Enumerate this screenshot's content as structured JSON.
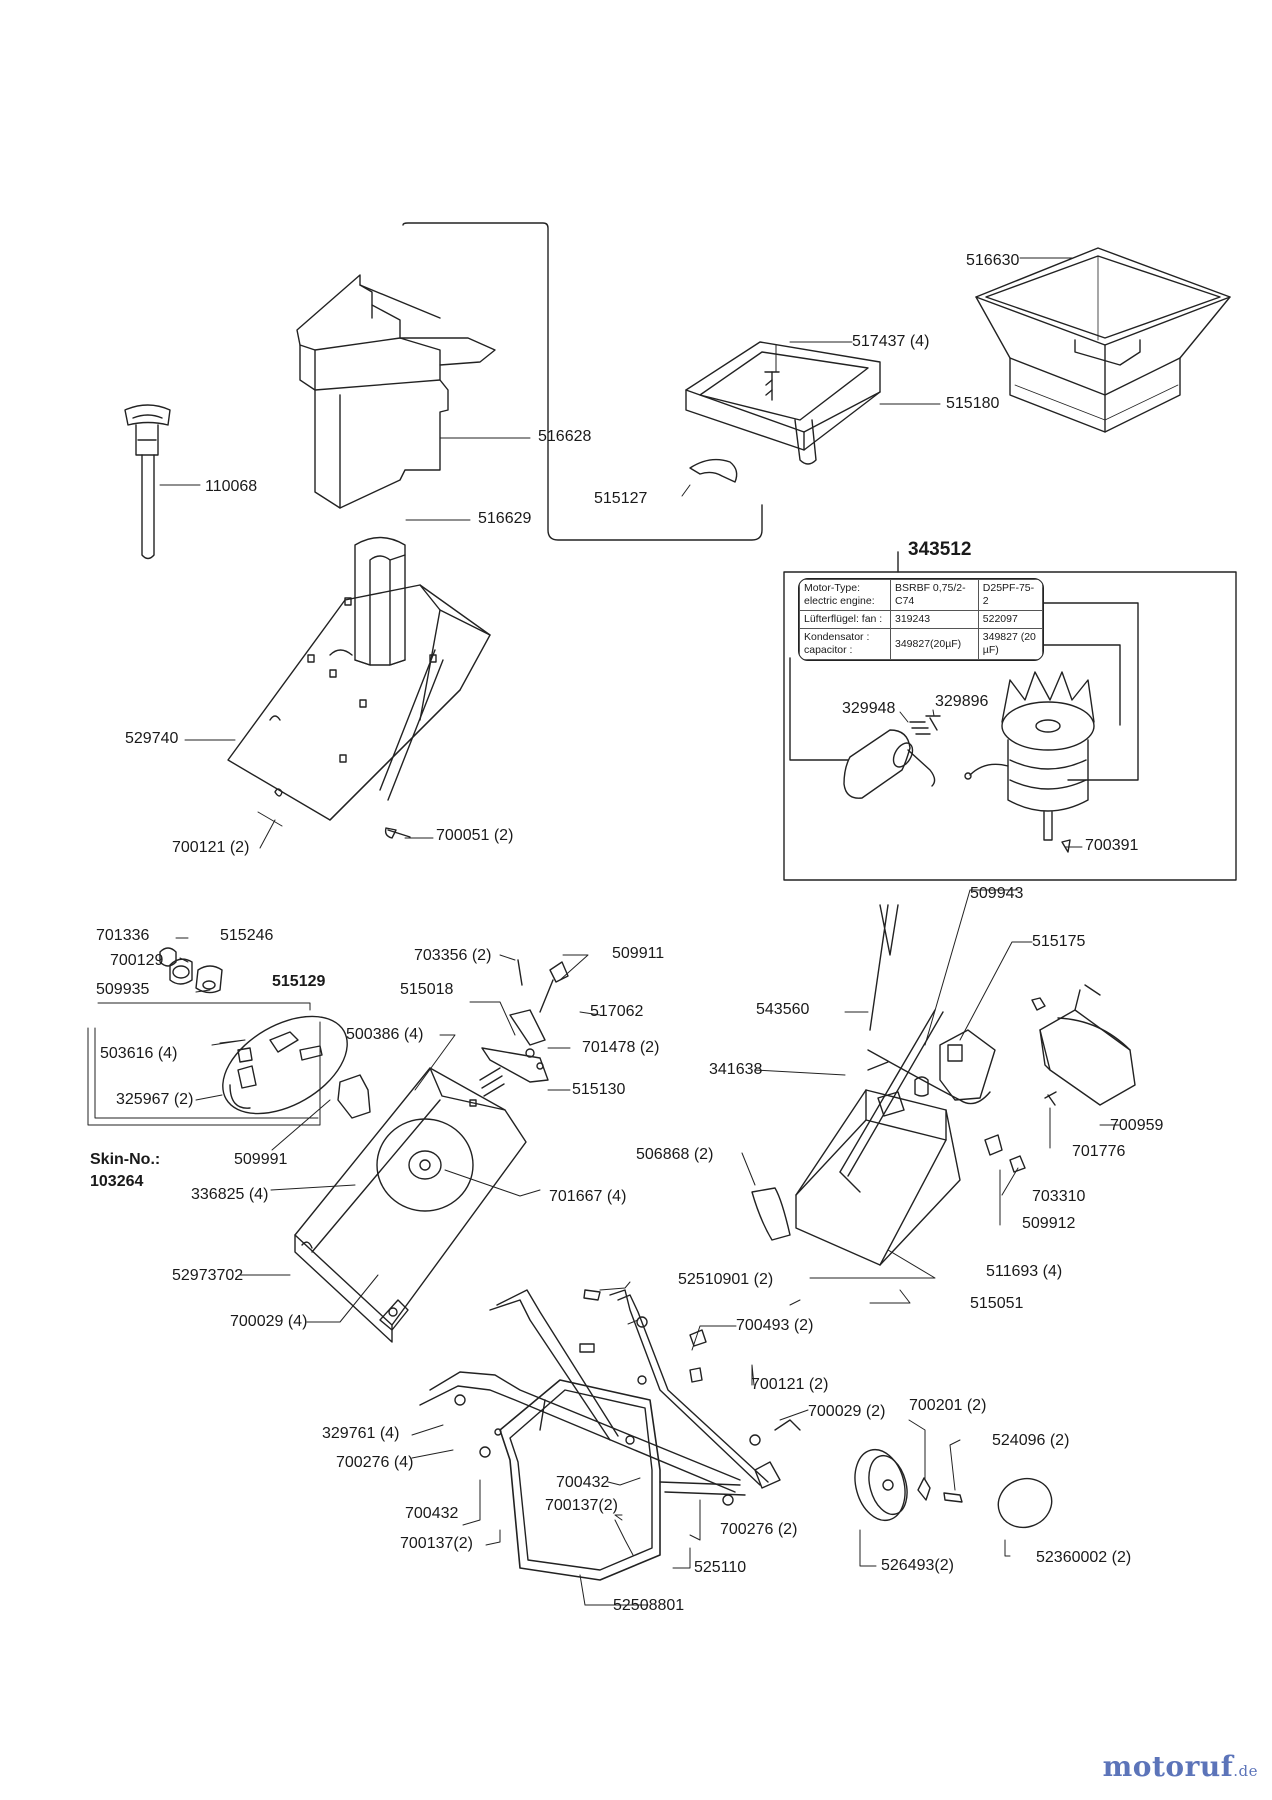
{
  "brand": {
    "name": "motoruf",
    "suffix": ".de",
    "color": "#5c74b9"
  },
  "parts": {
    "p516630": "516630",
    "p517437": "517437 (4)",
    "p515180": "515180",
    "p516628": "516628",
    "p110068": "110068",
    "p515127": "515127",
    "p516629": "516629",
    "p343512": "343512",
    "p529740": "529740",
    "p329948": "329948",
    "p329896": "329896",
    "p700121a": "700121 (2)",
    "p700051": "700051 (2)",
    "p700391": "700391",
    "p509943": "509943",
    "p701336": "701336",
    "p515246": "515246",
    "p700129": "700129",
    "p703356": "703356 (2)",
    "p509911": "509911",
    "p509935": "509935",
    "p515129": "515129",
    "p515018": "515018",
    "p517062": "517062",
    "p515175": "515175",
    "p543560": "543560",
    "p500386": "500386 (4)",
    "p701478": "701478 (2)",
    "p503616": "503616 (4)",
    "p341638": "341638",
    "p515130": "515130",
    "p700959": "700959",
    "p325967": "325967 (2)",
    "p701776": "701776",
    "p509991": "509991",
    "p506868": "506868 (2)",
    "skin_label": "Skin-No.:",
    "skin_no": "103264",
    "p336825": "336825 (4)",
    "p701667": "701667 (4)",
    "p703310": "703310",
    "p509912": "509912",
    "p52973702": "52973702",
    "p511693": "511693 (4)",
    "p700029a": "700029 (4)",
    "p515051": "515051",
    "p52510901": "52510901 (2)",
    "p700493": "700493 (2)",
    "p700121b": "700121 (2)",
    "p700029b": "700029 (2)",
    "p700201": "700201 (2)",
    "p329761": "329761 (4)",
    "p524096": "524096 (2)",
    "p700276a": "700276 (4)",
    "p700432a": "700432",
    "p700137a": "700137(2)",
    "p700432b": "700432",
    "p700276b": "700276 (2)",
    "p700137b": "700137(2)",
    "p526493": "526493(2)",
    "p52360002": "52360002 (2)",
    "p525110": "525110",
    "p52508801": "52508801"
  },
  "motor_table": {
    "rows": [
      {
        "label": "Motor-Type: electric engine:",
        "v1": "BSRBF 0,75/2-C74",
        "v2": "D25PF-75-2"
      },
      {
        "label": "Lüfterflügel: fan :",
        "v1": "319243",
        "v2": "522097"
      },
      {
        "label": "Kondensator : capacitor :",
        "v1": "349827(20µF)",
        "v2": "349827 (20 µF)"
      }
    ]
  }
}
